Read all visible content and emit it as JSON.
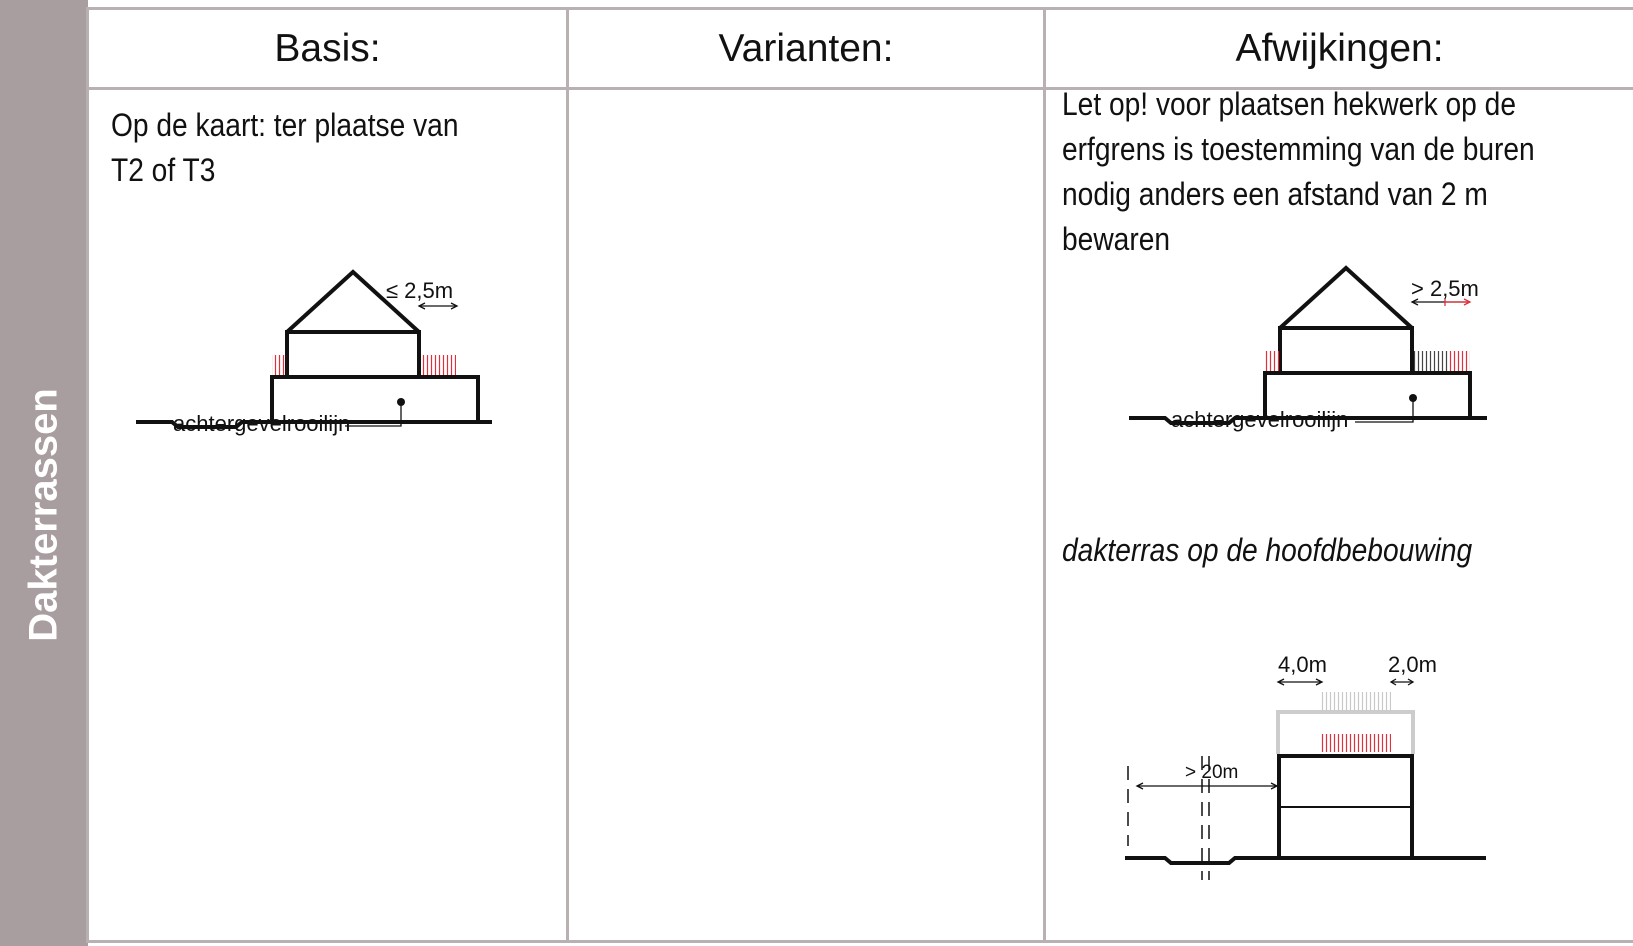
{
  "side": {
    "label": "Dakterrassen"
  },
  "headers": {
    "basis": "Basis:",
    "varianten": "Varianten:",
    "afwijkingen": "Afwijkingen:"
  },
  "basis": {
    "text_lines": [
      "Op de kaart: ter plaatse van",
      "T2 of T3"
    ],
    "diagram": {
      "dimension": "≤ 2,5m",
      "label": "achtergevelrooilijn"
    }
  },
  "afwijkingen": {
    "text_lines": [
      "Let op! voor plaatsen hekwerk op de",
      "erfgrens is toestemming van de buren",
      "nodig anders een afstand van 2 m",
      "bewaren"
    ],
    "diagram1": {
      "dimension": "> 2,5m",
      "label": "achtergevelrooilijn"
    },
    "subtitle": "dakterras op de hoofdbebouwing",
    "diagram2": {
      "dim_left": "4,0m",
      "dim_right": "2,0m",
      "dim_distance": "> 20m"
    }
  },
  "colors": {
    "band": "#a89d9f",
    "grid": "#b9b0b2",
    "railing": "#e0303a"
  }
}
